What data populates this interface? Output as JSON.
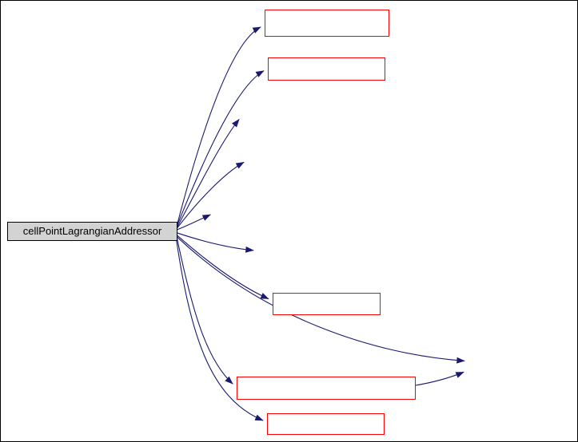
{
  "diagram": {
    "type": "dependency-graph",
    "main_node": {
      "label": "cellPointLagrangianAddressor"
    },
    "dependency_boxes": [
      {
        "id": "dep-box-top",
        "label": ""
      },
      {
        "id": "dep-box-second",
        "label": ""
      },
      {
        "id": "dep-box-middle",
        "label": ""
      },
      {
        "id": "dep-box-wide",
        "label": ""
      },
      {
        "id": "dep-box-bottom",
        "label": ""
      }
    ],
    "edge_count": 11,
    "colors": {
      "edge": "#191970",
      "frame": "#000000",
      "background": "#ffffff",
      "main_node_fill": "#d3d3d3",
      "main_node_border": "#000000",
      "main_node_text": "#000000",
      "dependency_box_fill": "#ffffff",
      "dependency_box_border": "#ff0000"
    }
  }
}
